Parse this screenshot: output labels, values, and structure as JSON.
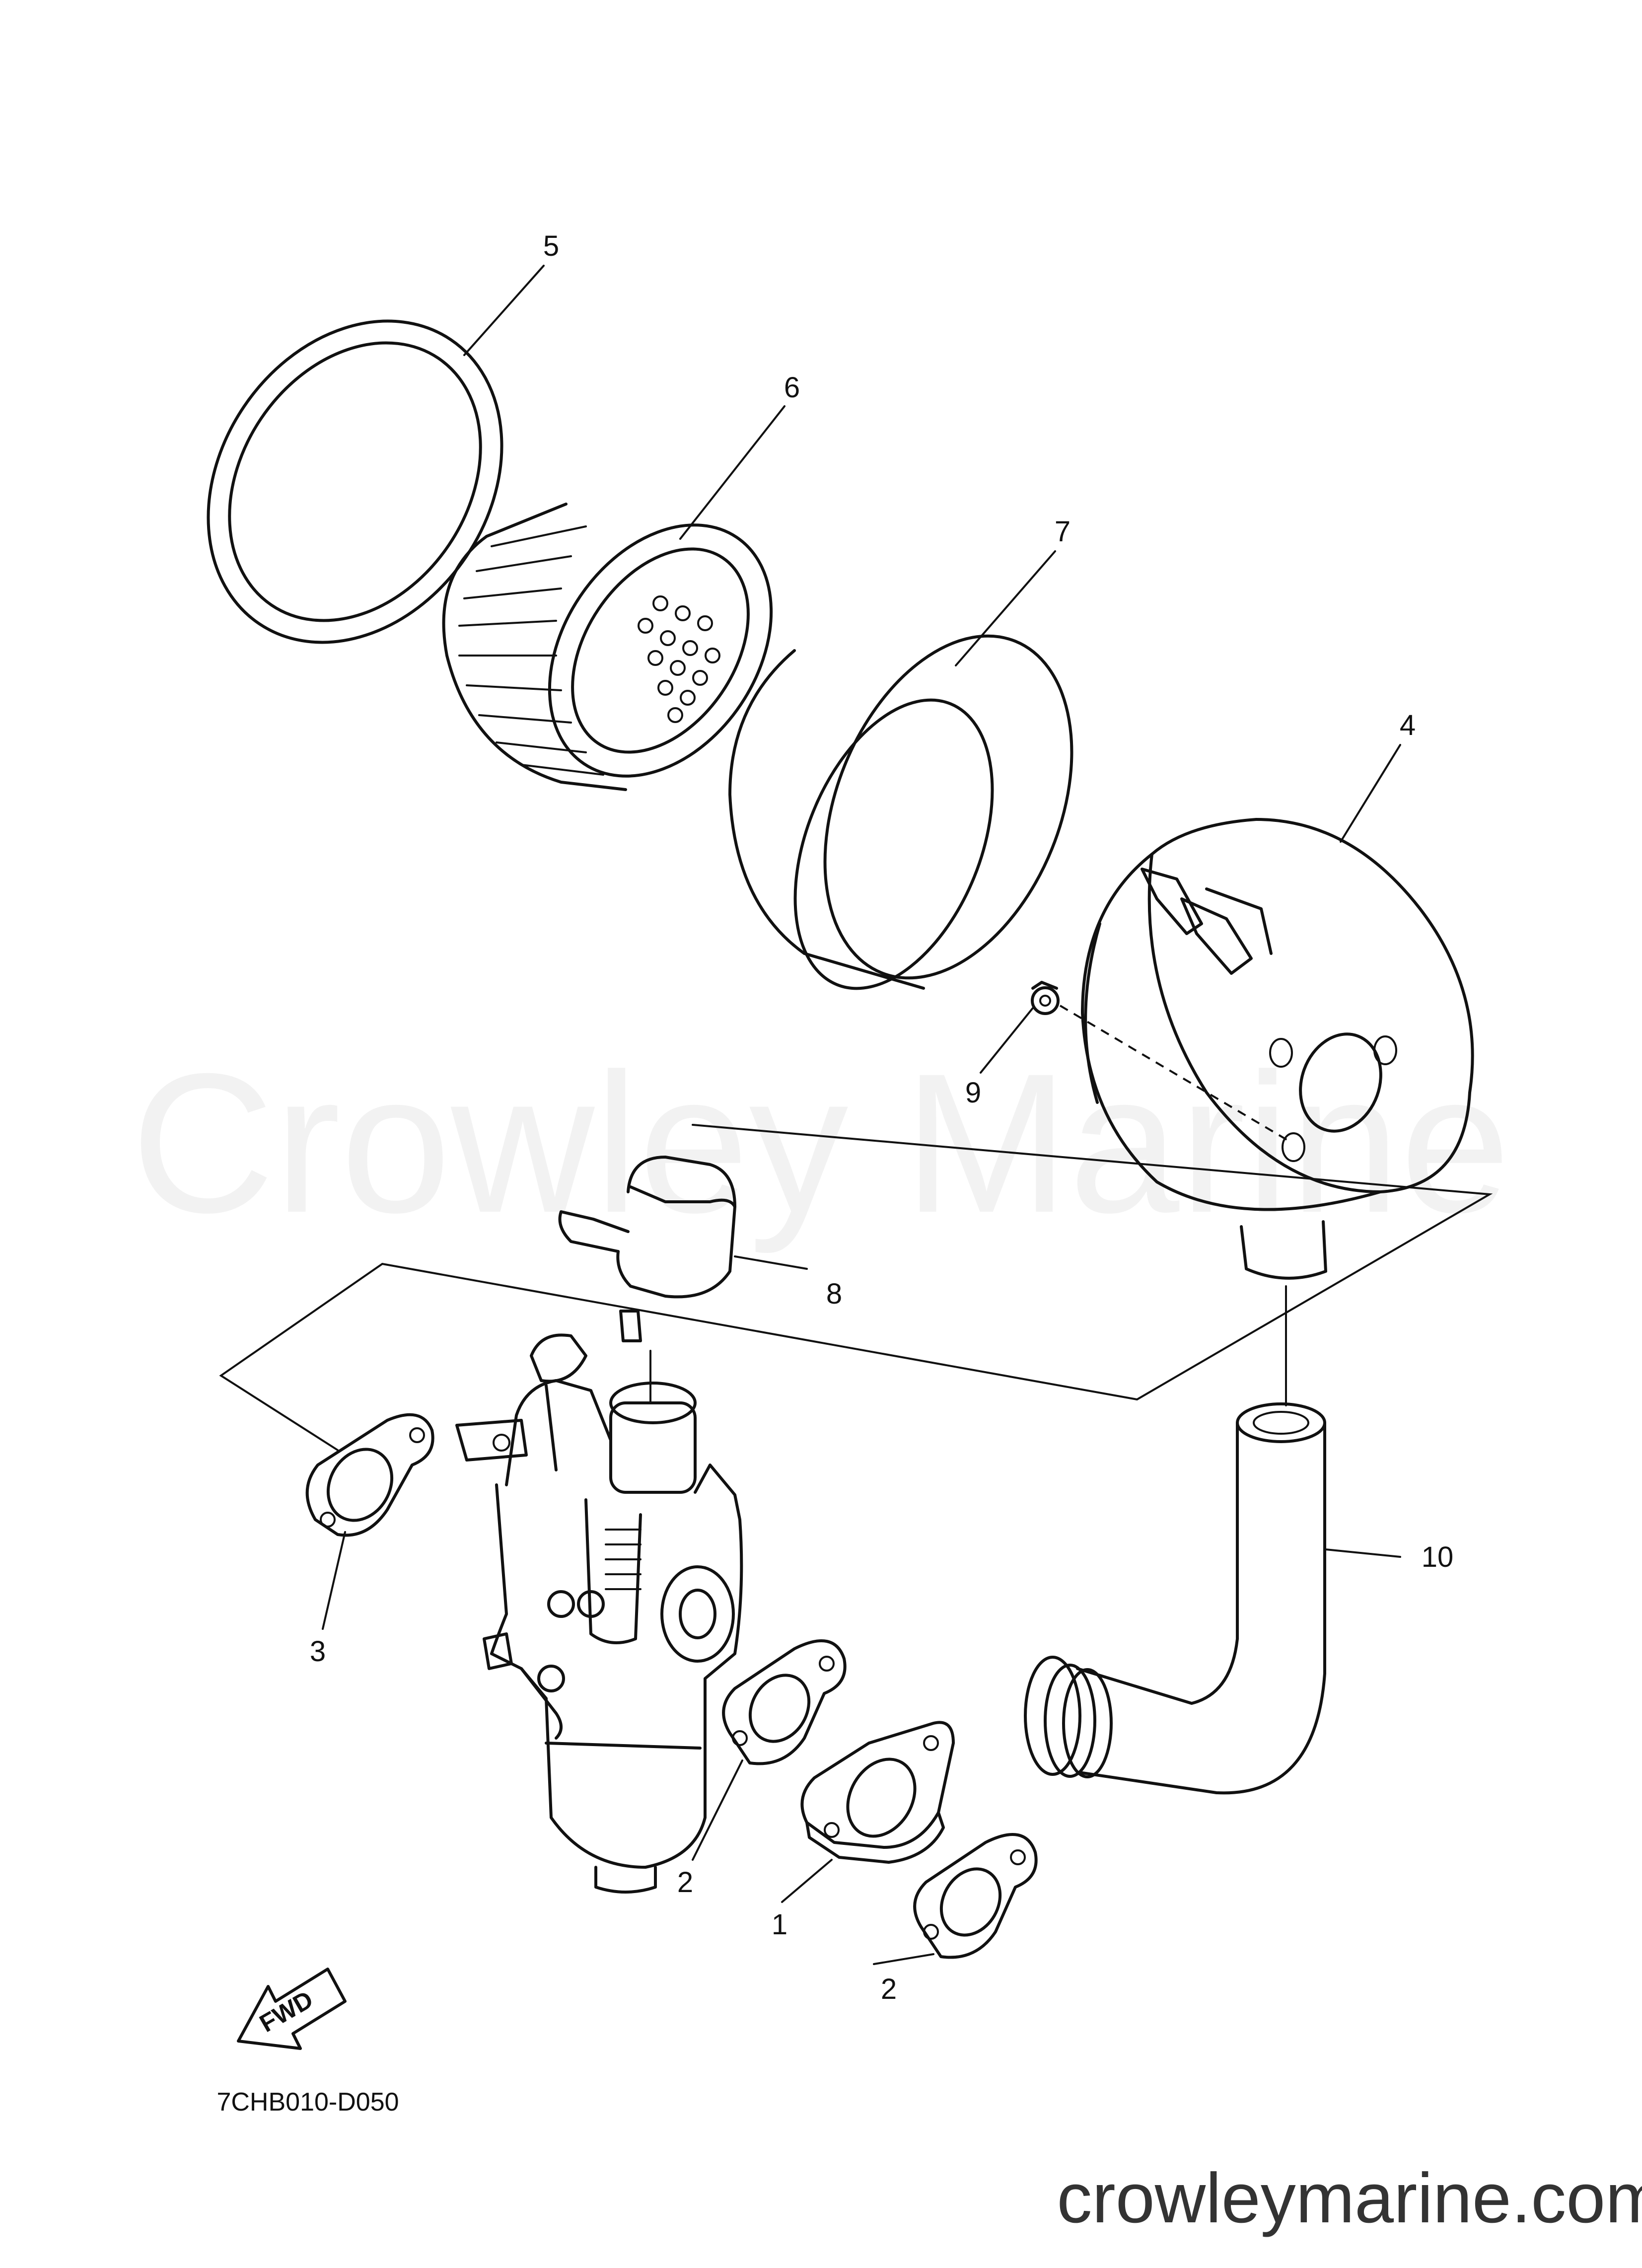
{
  "diagram": {
    "labels": [
      {
        "id": "1",
        "text": "1"
      },
      {
        "id": "2a",
        "text": "2"
      },
      {
        "id": "2b",
        "text": "2"
      },
      {
        "id": "3",
        "text": "3"
      },
      {
        "id": "4",
        "text": "4"
      },
      {
        "id": "5",
        "text": "5"
      },
      {
        "id": "6",
        "text": "6"
      },
      {
        "id": "7",
        "text": "7"
      },
      {
        "id": "8",
        "text": "8"
      },
      {
        "id": "9",
        "text": "9"
      },
      {
        "id": "10",
        "text": "10"
      }
    ],
    "fwd_text": "FWD",
    "drawing_code": "7CHB010-D050"
  },
  "watermark": "Crowley Marine",
  "footer": "crowleymarine.com"
}
